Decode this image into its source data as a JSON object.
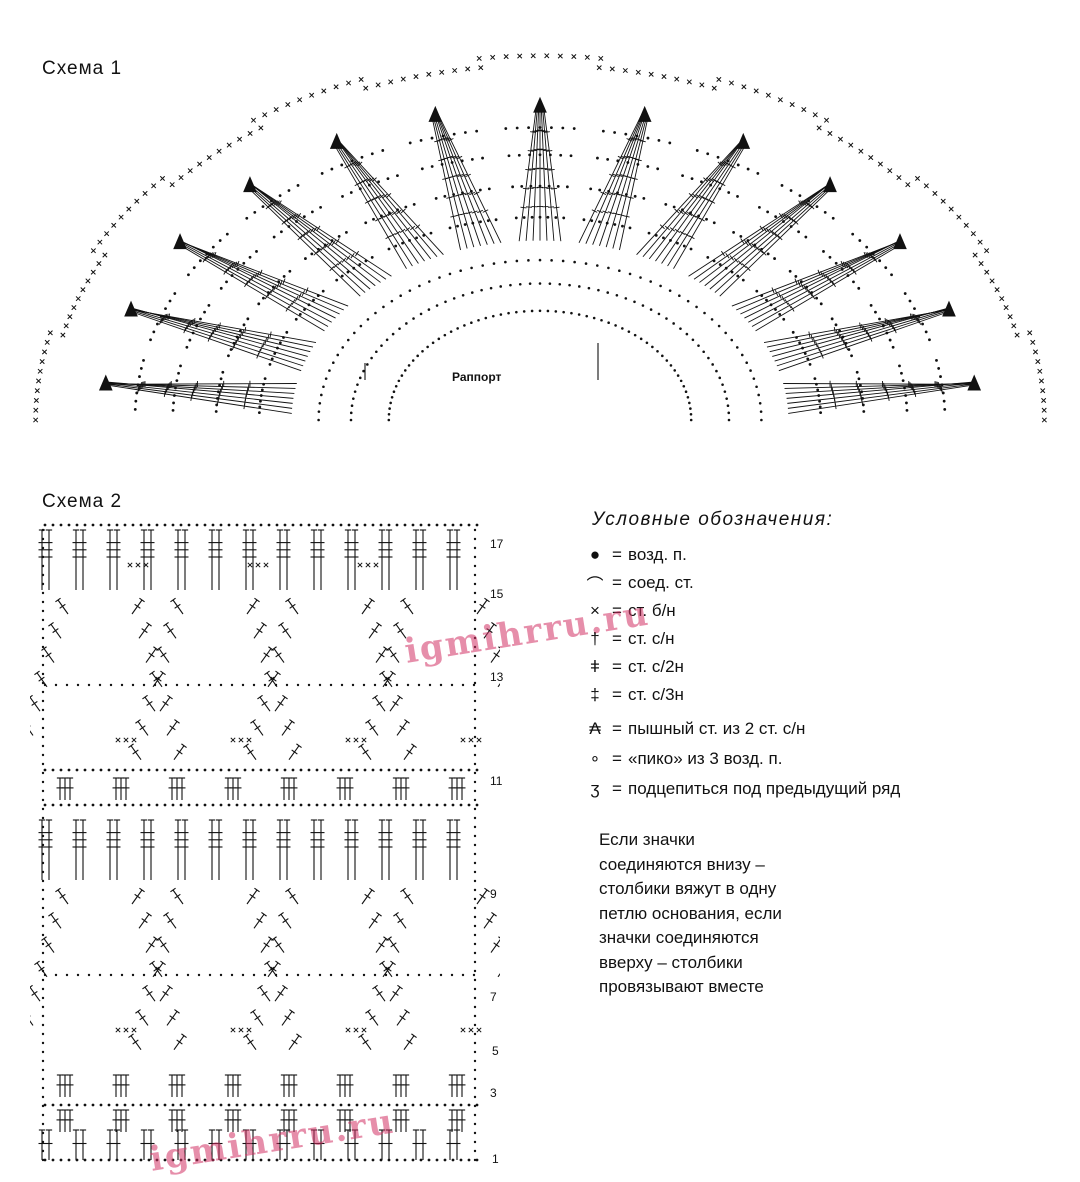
{
  "scheme1": {
    "title": "Схема 1",
    "rapport_label": "Раппорт"
  },
  "scheme2": {
    "title": "Схема 2",
    "row_numbers": [
      "17",
      "15",
      "13",
      "11",
      "9",
      "7",
      "5",
      "3",
      "1"
    ]
  },
  "legend": {
    "title": "Условные обозначения:",
    "items": [
      {
        "icon": "chain-dot-icon",
        "label": "возд. п."
      },
      {
        "icon": "slip-stitch-arc-icon",
        "label": "соед. ст."
      },
      {
        "icon": "single-crochet-x-icon",
        "label": "ст. б/н"
      },
      {
        "icon": "double-crochet-icon",
        "label": "ст. с/н"
      },
      {
        "icon": "treble-crochet-icon",
        "label": "ст. с/2н"
      },
      {
        "icon": "double-treble-icon",
        "label": "ст. с/3н"
      },
      {
        "icon": "puff-stitch-icon",
        "label": "пышный ст. из 2 ст. с/н"
      },
      {
        "icon": "picot-icon",
        "label": "«пико» из 3 возд. п."
      },
      {
        "icon": "hook-under-row-icon",
        "label": "подцепиться под предыдущий ряд"
      }
    ],
    "separator": "=",
    "note": "Если значки\nсоединяются внизу –\nстолбики вяжут в одну\nпетлю основания, если\nзначки соединяются\nвверху – столбики\nпровязывают вместе"
  },
  "watermark": {
    "text": "igmihrru.ru"
  }
}
